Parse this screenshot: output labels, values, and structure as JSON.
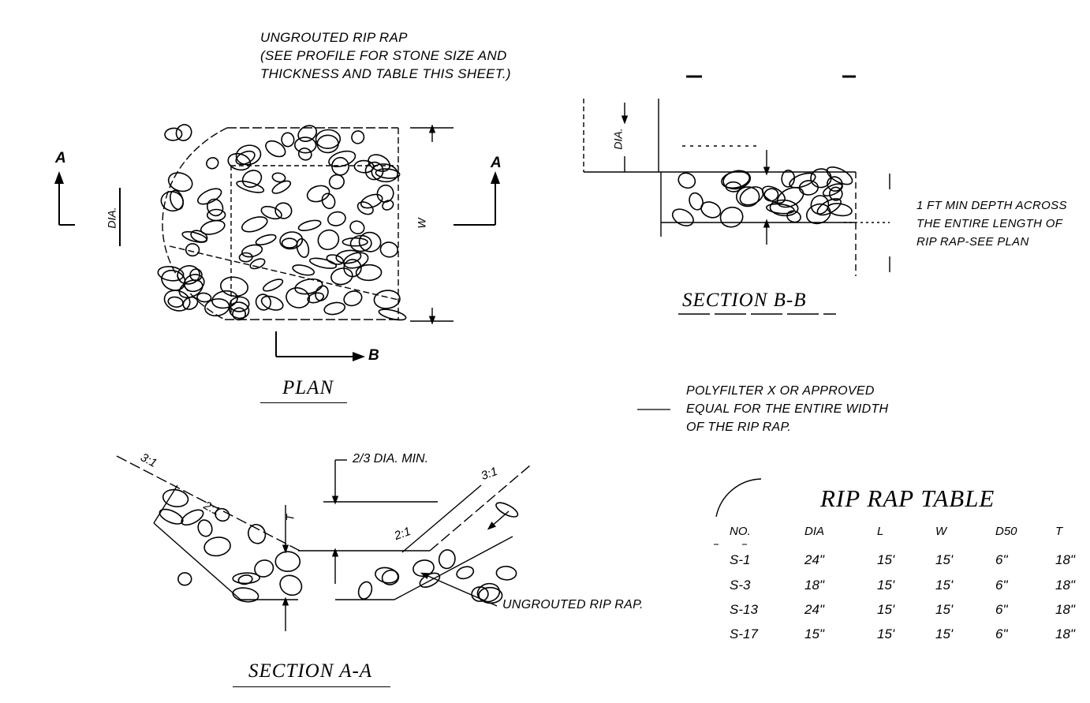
{
  "plan": {
    "note": "UNGROUTED RIP RAP\n(SEE PROFILE FOR STONE SIZE AND\nTHICKNESS AND TABLE THIS SHEET.)",
    "title": "PLAN",
    "label_a_left": "A",
    "label_a_right": "A",
    "label_b": "B",
    "dim_dia": "DIA.",
    "dim_w": "W"
  },
  "section_bb": {
    "title": "SECTION B-B",
    "note": "1 FT MIN DEPTH ACROSS\nTHE ENTIRE LENGTH OF\nRIP RAP-SEE PLAN",
    "dim_dia": "DIA."
  },
  "filter_note": "POLYFILTER X OR APPROVED\nEQUAL FOR THE ENTIRE WIDTH\nOF THE RIP RAP.",
  "section_aa": {
    "title": "SECTION A-A",
    "dim_min": "2/3 DIA. MIN.",
    "slope_outer_left": "3:1",
    "slope_inner_left": "2:1",
    "slope_outer_right": "3:1",
    "slope_inner_right": "2:1",
    "dim_t": "T",
    "callout": "UNGROUTED RIP RAP."
  },
  "table": {
    "title": "RIP RAP TABLE",
    "headers": [
      "NO.",
      "DIA",
      "L",
      "W",
      "D50",
      "T"
    ],
    "rows": [
      [
        "S-1",
        "24\"",
        "15'",
        "15'",
        "6\"",
        "18\""
      ],
      [
        "S-3",
        "18\"",
        "15'",
        "15'",
        "6\"",
        "18\""
      ],
      [
        "S-13",
        "24\"",
        "15'",
        "15'",
        "6\"",
        "18\""
      ],
      [
        "S-17",
        "15\"",
        "15'",
        "15'",
        "6\"",
        "18\""
      ]
    ]
  }
}
